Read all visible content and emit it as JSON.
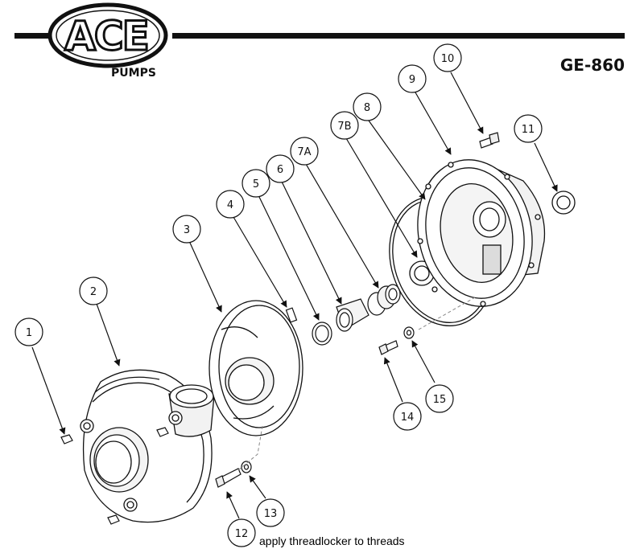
{
  "header": {
    "brand": "ACE",
    "brand_sub": "PUMPS",
    "model": "GE-860"
  },
  "callouts": {
    "p1": "1",
    "p2": "2",
    "p3": "3",
    "p4": "4",
    "p5": "5",
    "p6": "6",
    "p7a": "7A",
    "p7b": "7B",
    "p8": "8",
    "p9": "9",
    "p10": "10",
    "p11": "11",
    "p12": "12",
    "p13": "13",
    "p14": "14",
    "p15": "15"
  },
  "note": "apply threadlocker to threads",
  "colors": {
    "ink": "#111111",
    "background": "#ffffff",
    "shade": "#e6e6e6"
  }
}
